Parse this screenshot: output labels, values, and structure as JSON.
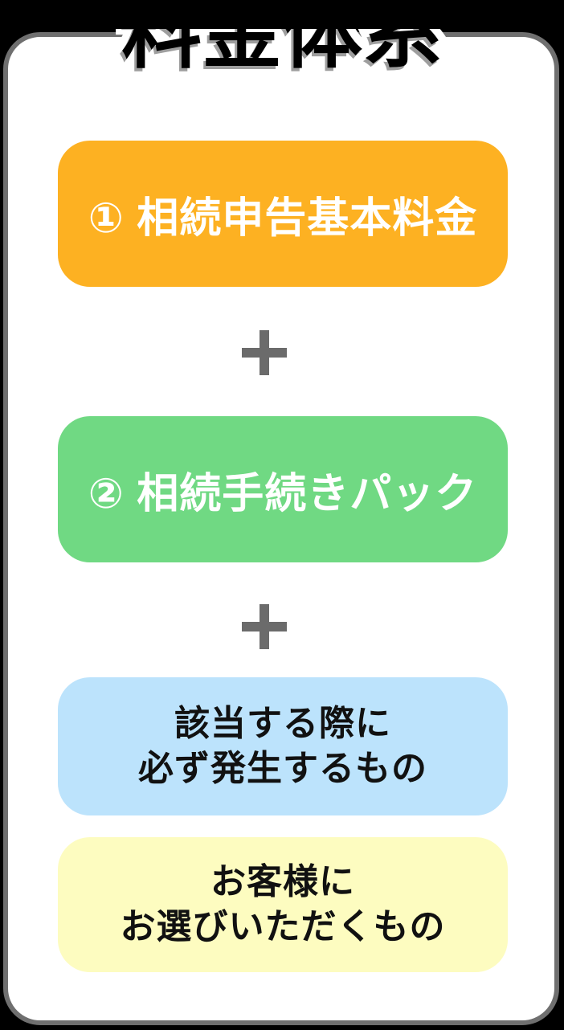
{
  "page": {
    "title": "料金体系",
    "background_color": "#000000",
    "card_background": "#ffffff",
    "card_border_color": "#6f6f6f",
    "title_color": "#000000",
    "title_outline_color": "#ffffff",
    "title_shadow_color": "#9e9e9e"
  },
  "icons": {
    "plus": "+"
  },
  "colors": {
    "step1_style": "background-color:#fdb122",
    "step2_style": "background-color:#70d983",
    "required_style": "background-color:#bce3fc",
    "optional_style": "background-color:#fdfcc0",
    "plus_color": "#6b6b6b",
    "step_text_color": "#ffffff",
    "note_text_color": "#111111"
  },
  "flow": {
    "step1_label": "① 相続申告基本料金",
    "step2_label": "② 相続手続きパック",
    "required_line1": "該当する際に",
    "required_line2": "必ず発生するもの",
    "optional_line1": "お客様に",
    "optional_line2": "お選びいただくもの"
  }
}
